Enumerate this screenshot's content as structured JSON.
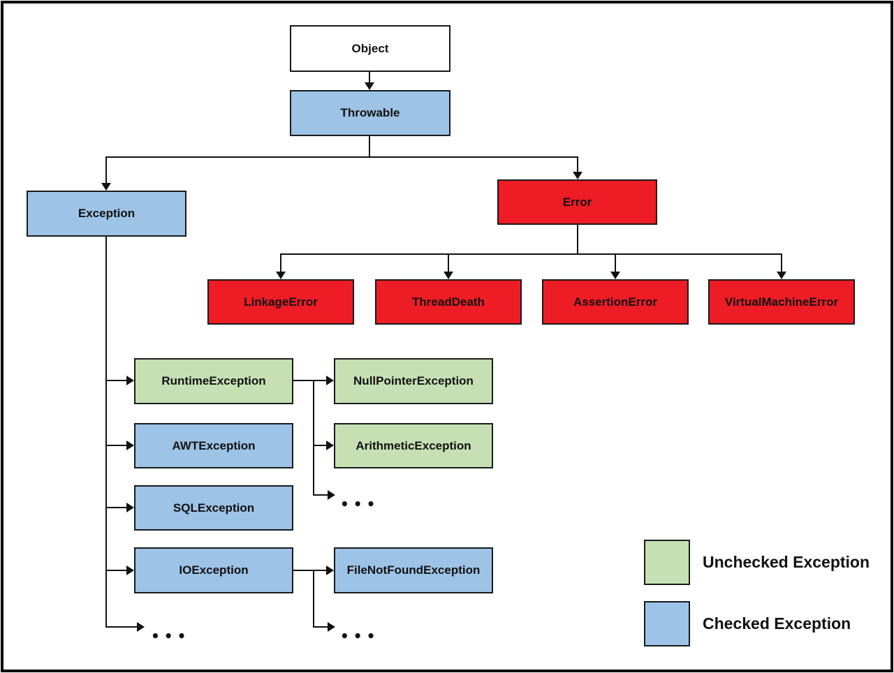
{
  "diagram": {
    "subject": "Java Throwable class hierarchy"
  },
  "nodes": {
    "object": {
      "label": "Object",
      "category": "root"
    },
    "throwable": {
      "label": "Throwable",
      "category": "checked"
    },
    "exception": {
      "label": "Exception",
      "category": "checked"
    },
    "error": {
      "label": "Error",
      "category": "error"
    },
    "linkage_error": {
      "label": "LinkageError",
      "category": "error"
    },
    "thread_death": {
      "label": "ThreadDeath",
      "category": "error"
    },
    "assertion_error": {
      "label": "AssertionError",
      "category": "error"
    },
    "virtual_machine_error": {
      "label": "VirtualMachineError",
      "category": "error"
    },
    "runtime_exception": {
      "label": "RuntimeException",
      "category": "unchecked"
    },
    "null_pointer_exception": {
      "label": "NullPointerException",
      "category": "unchecked"
    },
    "awt_exception": {
      "label": "AWTException",
      "category": "checked"
    },
    "arithmetic_exception": {
      "label": "ArithmeticException",
      "category": "unchecked"
    },
    "sql_exception": {
      "label": "SQLException",
      "category": "checked"
    },
    "io_exception": {
      "label": "IOException",
      "category": "checked"
    },
    "file_not_found_exception": {
      "label": "FileNotFoundException",
      "category": "checked"
    }
  },
  "edges": [
    {
      "from": "Object",
      "to": "Throwable"
    },
    {
      "from": "Throwable",
      "to": "Exception"
    },
    {
      "from": "Throwable",
      "to": "Error"
    },
    {
      "from": "Error",
      "to": "LinkageError"
    },
    {
      "from": "Error",
      "to": "ThreadDeath"
    },
    {
      "from": "Error",
      "to": "AssertionError"
    },
    {
      "from": "Error",
      "to": "VirtualMachineError"
    },
    {
      "from": "Exception",
      "to": "RuntimeException"
    },
    {
      "from": "Exception",
      "to": "AWTException"
    },
    {
      "from": "Exception",
      "to": "SQLException"
    },
    {
      "from": "Exception",
      "to": "IOException"
    },
    {
      "from": "Exception",
      "to": "..."
    },
    {
      "from": "RuntimeException",
      "to": "NullPointerException"
    },
    {
      "from": "RuntimeException",
      "to": "ArithmeticException"
    },
    {
      "from": "RuntimeException",
      "to": "..."
    },
    {
      "from": "IOException",
      "to": "FileNotFoundException"
    },
    {
      "from": "IOException",
      "to": "..."
    }
  ],
  "ellipsis": {
    "exception_more": "•••",
    "runtime_more": "•••",
    "io_more": "•••"
  },
  "legend": {
    "items": [
      {
        "label": "Unchecked Exception",
        "color": "#C6E0B4"
      },
      {
        "label": "Checked Exception",
        "color": "#9DC3E6"
      }
    ]
  },
  "colors": {
    "unchecked_green": "#C6E0B4",
    "checked_blue": "#9DC3E6",
    "error_red": "#EE1C25",
    "root_white": "#FFFFFF",
    "line_black": "#111111"
  }
}
